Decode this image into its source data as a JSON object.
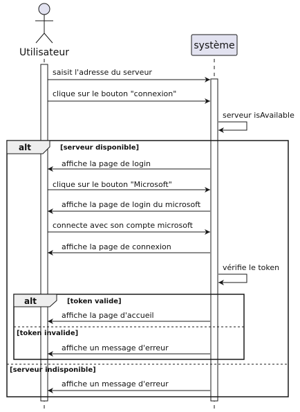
{
  "actors": {
    "user": {
      "name": "Utilisateur"
    },
    "system": {
      "name": "système"
    }
  },
  "messages": [
    {
      "text": "saisit l'adresse du serveur",
      "direction": "user-to-system"
    },
    {
      "text": "clique sur le bouton \"connexion\"",
      "direction": "user-to-system"
    },
    {
      "text": "serveur isAvailable",
      "direction": "self"
    },
    {
      "text": "affiche la page de login",
      "direction": "system-to-user"
    },
    {
      "text": "clique sur le bouton \"Microsoft\"",
      "direction": "user-to-system"
    },
    {
      "text": "affiche la page de login du microsoft",
      "direction": "system-to-user"
    },
    {
      "text": "connecte avec son compte microsoft",
      "direction": "user-to-system"
    },
    {
      "text": "affiche la page de connexion",
      "direction": "system-to-user"
    },
    {
      "text": "vérifie le token",
      "direction": "self"
    },
    {
      "text": "affiche la page d'accueil",
      "direction": "system-to-user"
    },
    {
      "text": "affiche un message d'erreur",
      "direction": "system-to-user"
    },
    {
      "text": "affiche un message d'erreur",
      "direction": "system-to-user"
    }
  ],
  "fragments": {
    "outer": {
      "keyword": "alt",
      "guard_main": "[serveur disponible]",
      "guard_else": "[serveur indisponible]"
    },
    "inner": {
      "keyword": "alt",
      "guard_main": "[token valide]",
      "guard_else": "[token invalide]"
    }
  },
  "colors": {
    "participant_fill": "#E2E2F0",
    "participant_stroke": "#181818",
    "line": "#181818",
    "background": "#FFFFFF"
  }
}
